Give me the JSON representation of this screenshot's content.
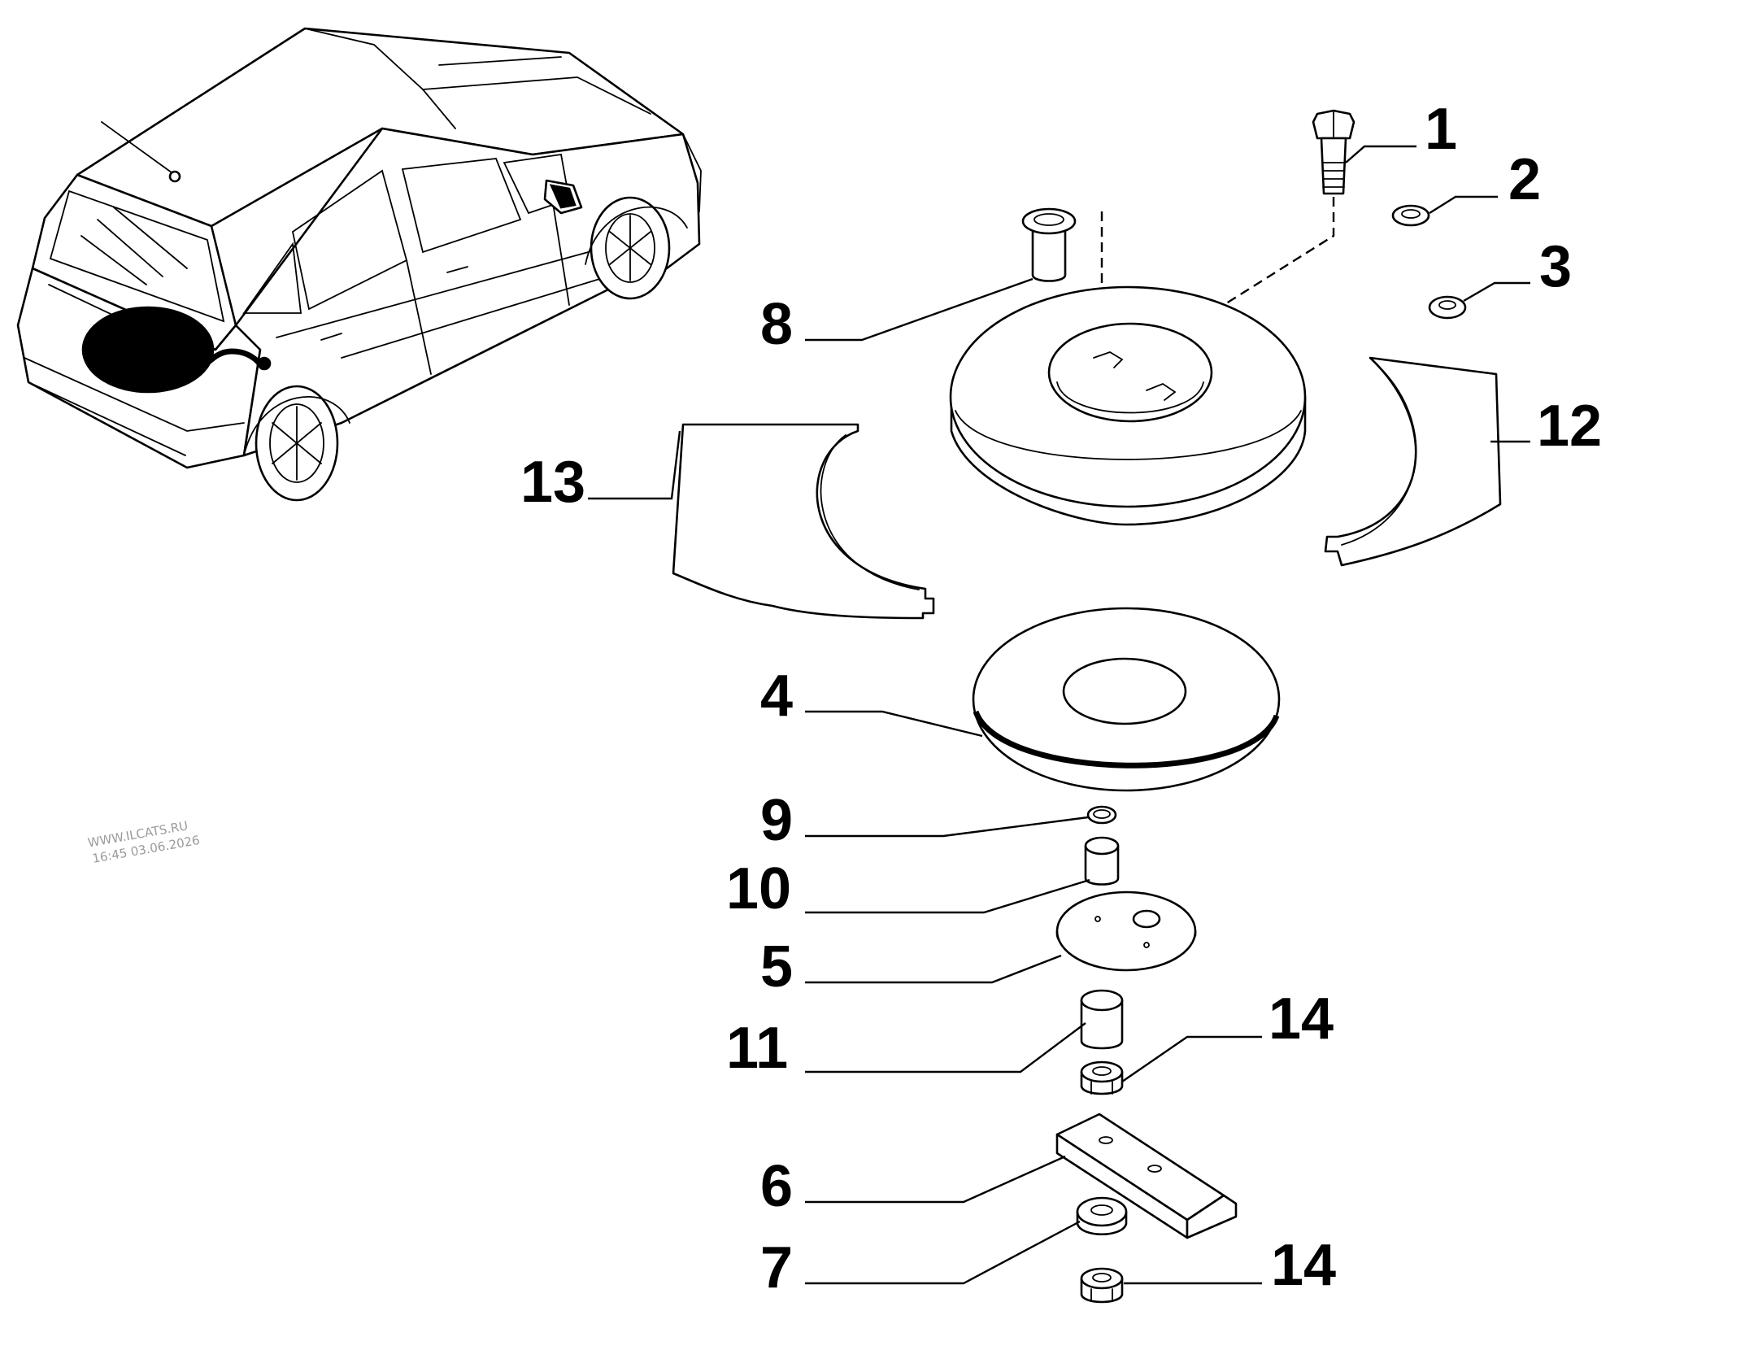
{
  "diagram": {
    "callouts": [
      {
        "id": "1",
        "text": "1"
      },
      {
        "id": "2",
        "text": "2"
      },
      {
        "id": "3",
        "text": "3"
      },
      {
        "id": "8",
        "text": "8"
      },
      {
        "id": "12",
        "text": "12"
      },
      {
        "id": "13",
        "text": "13"
      },
      {
        "id": "4",
        "text": "4"
      },
      {
        "id": "9",
        "text": "9"
      },
      {
        "id": "10",
        "text": "10"
      },
      {
        "id": "5",
        "text": "5"
      },
      {
        "id": "11",
        "text": "11"
      },
      {
        "id": "14a",
        "text": "14"
      },
      {
        "id": "6",
        "text": "6"
      },
      {
        "id": "7",
        "text": "7"
      },
      {
        "id": "14b",
        "text": "14"
      }
    ],
    "watermark": {
      "line1": "WWW.ILCATS.RU",
      "line2": "16:45 03.06.2026"
    },
    "colors": {
      "ink": "#000000",
      "background": "#ffffff",
      "watermark": "#9a9a9a"
    }
  }
}
